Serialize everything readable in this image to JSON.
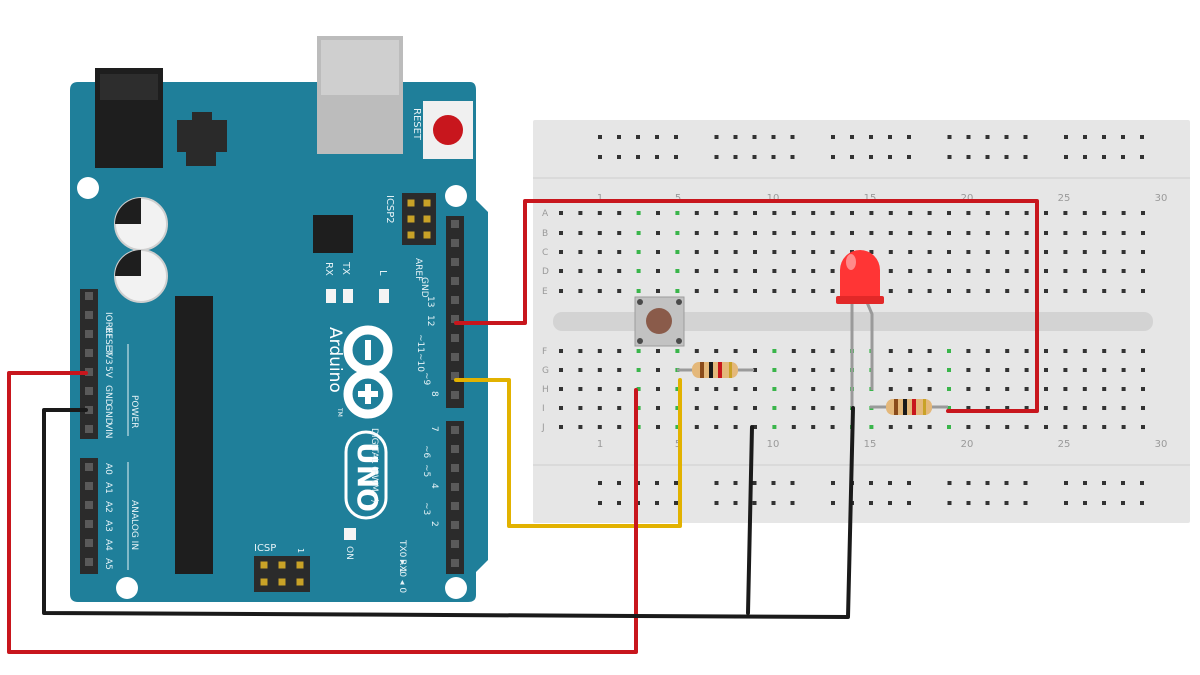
{
  "colors": {
    "board": "#1f7f9a",
    "board_dark": "#176a82",
    "board_text": "#e6f3f7",
    "breadboard": "#e6e6e6",
    "breadboard_channel": "#d3d3d3",
    "header": "#2b2b2b",
    "wire_red": "#c8161d",
    "wire_black": "#1a1a1a",
    "wire_yellow": "#e2b200",
    "led": "#ff3535",
    "hole_active": "#39b54a",
    "usb": "#bcbcbc",
    "reset_button": "#c8161d"
  },
  "board": {
    "reset_label": "RESET",
    "icsp2_label": "ICSP2",
    "tx_label": "TX",
    "rx_label": "RX",
    "l_label": "L",
    "brand": "Arduino",
    "tm": "TM",
    "model": "UNO",
    "on_label": "ON",
    "icsp_label": "ICSP",
    "icsp_pin1": "1",
    "digital_label": "DIGITAL (PWM~)",
    "power_label": "POWER",
    "analog_label": "ANALOG IN",
    "top_header_pins": [
      "AREF",
      "GND",
      "13",
      "12",
      "~11",
      "~10",
      "~9",
      "8"
    ],
    "bottom_header_pins": [
      "7",
      "~6",
      "~5",
      "4",
      "~3",
      "2",
      "TX0 ▸ 1",
      "RX0 ◂ 0"
    ],
    "power_pins": [
      "IOREF",
      "RESET",
      "3V3",
      "5V",
      "GND",
      "GND",
      "VIN"
    ],
    "analog_pins": [
      "A0",
      "A1",
      "A2",
      "A3",
      "A4",
      "A5"
    ]
  },
  "breadboard": {
    "row_labels_top": [
      "A",
      "B",
      "C",
      "D",
      "E"
    ],
    "row_labels_bottom": [
      "F",
      "G",
      "H",
      "I",
      "J"
    ],
    "column_numbers": [
      "1",
      "5",
      "10",
      "15",
      "20",
      "25",
      "30"
    ]
  }
}
